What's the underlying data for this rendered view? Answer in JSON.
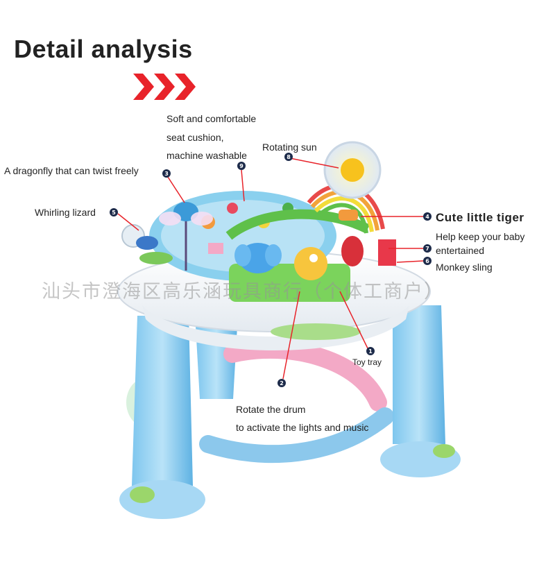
{
  "header": {
    "title": "Detail analysis",
    "accent_color": "#e8232a"
  },
  "callouts": [
    {
      "num": "3",
      "text": "A dragonfly that can twist freely"
    },
    {
      "num": "5",
      "text": "Whirling lizard"
    },
    {
      "num": "9",
      "lines": [
        "Soft and comfortable",
        "seat cushion,",
        "machine washable"
      ]
    },
    {
      "num": "8",
      "text": "Rotating sun"
    },
    {
      "num": "4",
      "text": "Cute little tiger"
    },
    {
      "num": "7",
      "lines": [
        "Help keep your baby",
        "entertained"
      ]
    },
    {
      "num": "6",
      "text": "Monkey sling"
    },
    {
      "num": "1",
      "text": "Toy tray"
    },
    {
      "num": "2",
      "lines": [
        "Rotate the drum",
        "to activate the lights and music"
      ]
    }
  ],
  "watermark": "汕头市澄海区高乐涵玩具商行（个体工商户）",
  "product_image": {
    "icon": "baby-activity-jumper-illustration"
  }
}
